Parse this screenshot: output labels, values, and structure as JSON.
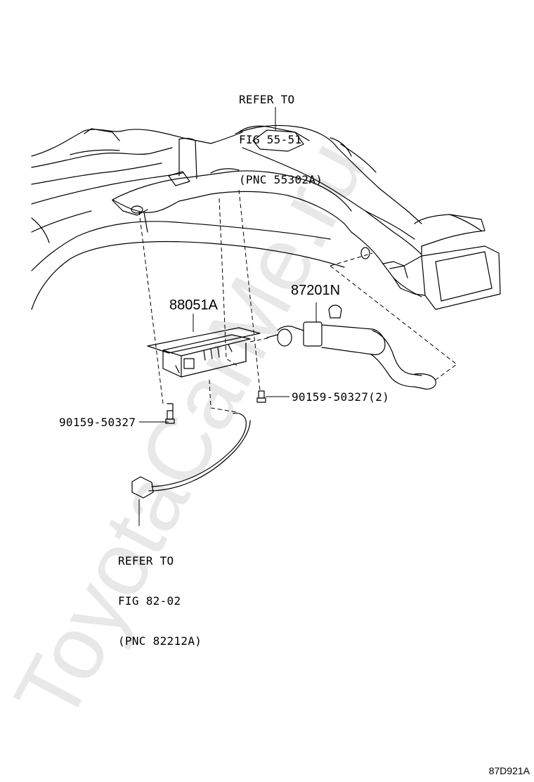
{
  "labels": {
    "refer_top": [
      "REFER TO",
      "FIG 55-51",
      "(PNC 55302A)"
    ],
    "part_88051a": "88051A",
    "part_87201n": "87201N",
    "bolt_right": "90159-50327(2)",
    "bolt_left": "90159-50327",
    "refer_bottom": [
      "REFER TO",
      "FIG 82-02",
      "(PNC 82212A)"
    ]
  },
  "diagram_code": "87D921A",
  "watermark": "ToyotaCarMe.ru",
  "colors": {
    "line": "#000000",
    "watermark": "#e6e6e6"
  }
}
